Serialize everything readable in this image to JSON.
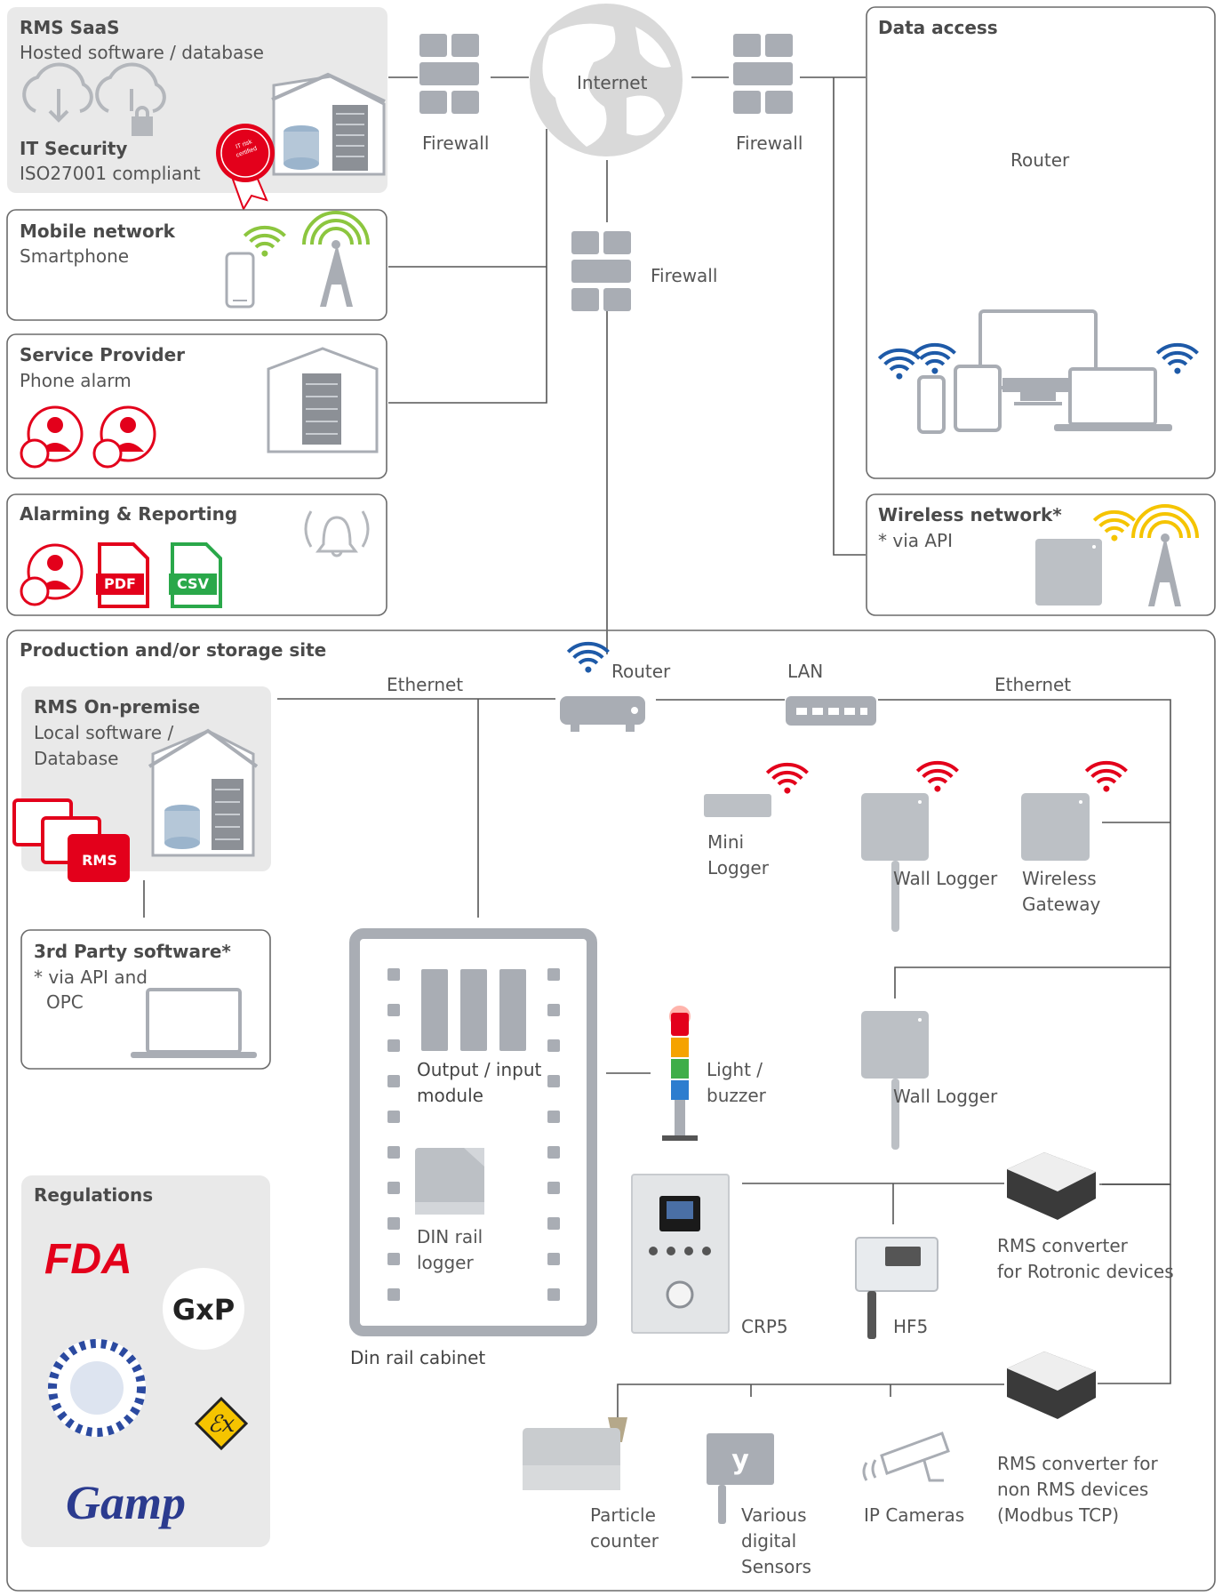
{
  "boxes": {
    "rms_saas": {
      "title": "RMS SaaS",
      "subtitle": "Hosted software / database",
      "security_title": "IT Security",
      "security_subtitle": "ISO27001 compliant",
      "badge_text": "IT risk certified"
    },
    "mobile": {
      "title": "Mobile network",
      "subtitle": "Smartphone"
    },
    "service": {
      "title": "Service Provider",
      "subtitle": "Phone alarm"
    },
    "alarming": {
      "title": "Alarming & Reporting",
      "pdf": "PDF",
      "csv": "CSV"
    },
    "data_access": {
      "title": "Data access",
      "router": "Router"
    },
    "wireless": {
      "title": "Wireless network*",
      "subtitle": "* via API"
    },
    "production": {
      "title": "Production and/or storage site"
    },
    "onprem": {
      "title": "RMS On-premise",
      "line1": "Local software /",
      "line2": "Database",
      "rms": "RMS"
    },
    "third_party": {
      "title": "3rd Party software*",
      "line1": "* via API and",
      "line2": "OPC"
    },
    "regulations": {
      "title": "Regulations",
      "fda": "FDA",
      "gxp": "GxP",
      "gamp": "Gamp"
    }
  },
  "network": {
    "firewall_left": "Firewall",
    "firewall_right": "Firewall",
    "firewall_center": "Firewall",
    "internet": "Internet",
    "router": "Router",
    "lan": "LAN",
    "ethernet_left": "Ethernet",
    "ethernet_right": "Ethernet"
  },
  "devices": {
    "mini_logger": [
      "Mini",
      "Logger"
    ],
    "wall_logger_1": "Wall Logger",
    "wireless_gateway": [
      "Wireless",
      "Gateway"
    ],
    "wall_logger_2": "Wall Logger",
    "output_input": [
      "Output / input",
      "module"
    ],
    "light_buzzer": [
      "Light /",
      "buzzer"
    ],
    "din_rail_logger": [
      "DIN rail",
      "logger"
    ],
    "din_rail_cabinet": "Din rail cabinet",
    "crp5": "CRP5",
    "hf5": "HF5",
    "converter_rotronic": [
      "RMS converter",
      "for Rotronic devices"
    ],
    "particle_counter": [
      "Particle",
      "counter"
    ],
    "digital_sensors": [
      "Various",
      "digital",
      "Sensors"
    ],
    "ip_cameras": "IP Cameras",
    "converter_non_rms": [
      "RMS converter for",
      "non RMS devices",
      "(Modbus TCP)"
    ]
  },
  "colors": {
    "red": "#e3001b",
    "green_csv": "#2aa84a",
    "blue_wifi": "#1e5aa8",
    "lime": "#8cc63f",
    "yellow": "#f5c400",
    "grey": "#a9adb4",
    "line": "#555555"
  }
}
